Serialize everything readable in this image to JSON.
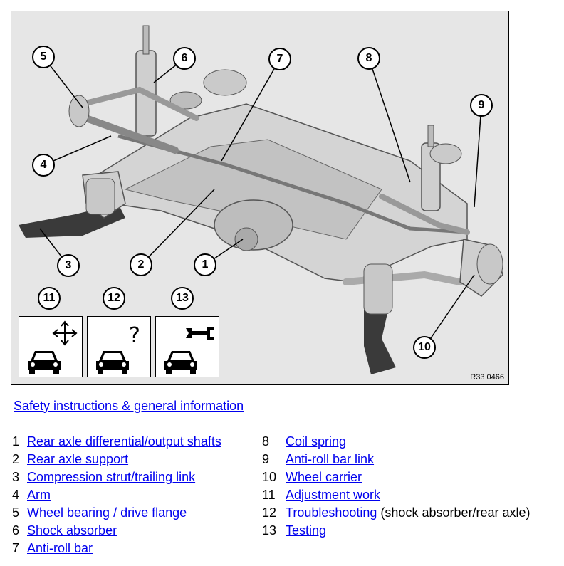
{
  "figure": {
    "ref_code": "R33 0466",
    "callouts": [
      {
        "number": "1"
      },
      {
        "number": "2"
      },
      {
        "number": "3"
      },
      {
        "number": "4"
      },
      {
        "number": "5"
      },
      {
        "number": "6"
      },
      {
        "number": "7"
      },
      {
        "number": "8"
      },
      {
        "number": "9"
      },
      {
        "number": "10"
      },
      {
        "number": "11"
      },
      {
        "number": "12"
      },
      {
        "number": "13"
      }
    ]
  },
  "safety_link": "Safety instructions & general information",
  "legend": {
    "left": [
      {
        "number": "1",
        "label": "Rear axle differential/output shafts"
      },
      {
        "number": "2",
        "label": "Rear axle support"
      },
      {
        "number": "3",
        "label": "Compression strut/trailing link"
      },
      {
        "number": "4",
        "label": "Arm"
      },
      {
        "number": "5",
        "label": "Wheel bearing / drive flange"
      },
      {
        "number": "6",
        "label": "Shock absorber"
      },
      {
        "number": "7",
        "label": "Anti-roll bar"
      }
    ],
    "right": [
      {
        "number": "8",
        "label": "Coil spring",
        "suffix": ""
      },
      {
        "number": "9",
        "label": "Anti-roll bar link",
        "suffix": ""
      },
      {
        "number": "10",
        "label": "Wheel carrier",
        "suffix": ""
      },
      {
        "number": "11",
        "label": "Adjustment work",
        "suffix": ""
      },
      {
        "number": "12",
        "label": "Troubleshooting",
        "suffix": " (shock absorber/rear axle)"
      },
      {
        "number": "13",
        "label": "Testing",
        "suffix": ""
      }
    ]
  },
  "colors": {
    "link": "#0000ee",
    "figure_bg": "#e6e6e6",
    "part_fill": "#d4d4d4",
    "part_stroke": "#555555",
    "dark_part": "#3a3a3a"
  }
}
